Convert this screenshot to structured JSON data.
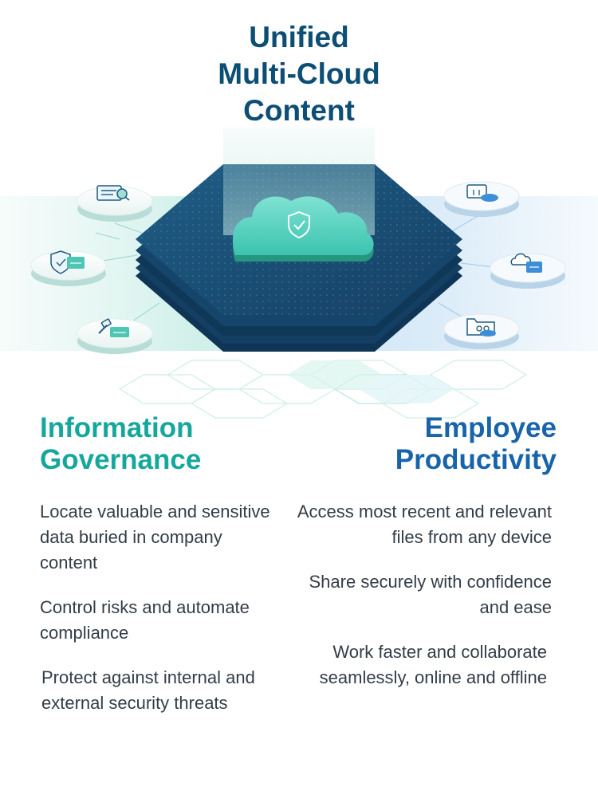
{
  "header": {
    "title_lines": [
      "Unified",
      "Multi-Cloud",
      "Content"
    ]
  },
  "left": {
    "title_lines": [
      "Information",
      "Governance"
    ],
    "items": [
      "Locate valuable and sensitive data buried in company content",
      "Control risks and automate compliance",
      "Protect against internal and external security threats"
    ]
  },
  "right": {
    "title_lines": [
      "Employee",
      "Productivity"
    ],
    "items": [
      "Access most recent and relevant files from any device",
      "Share securely with confidence and ease",
      "Work faster and collaborate seamlessly, online and offline"
    ]
  },
  "icons": {
    "left": [
      "document-search-icon",
      "shield-folder-icon",
      "gavel-document-icon"
    ],
    "right": [
      "file-transfer-icon",
      "cloud-sync-icon",
      "folder-share-icon"
    ],
    "center": "cloud-shield-icon"
  },
  "colors": {
    "title": "#0c4e74",
    "governance": "#16a79c",
    "productivity": "#1864ab",
    "body_text": "#333d48",
    "hexagon_top": "#1b4f72",
    "hexagon_side": "#0f3a5c",
    "cloud": "#5fd6c4"
  }
}
